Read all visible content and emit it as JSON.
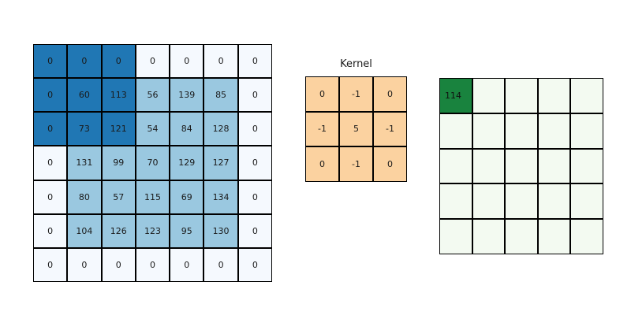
{
  "chart_data": {
    "type": "heatmap",
    "title": "",
    "description": "2D convolution visualization: zero-padded input matrix, sharpening kernel, and partially computed output feature map",
    "input_matrix": {
      "label": "",
      "rows": 7,
      "cols": 7,
      "values": [
        [
          0,
          0,
          0,
          0,
          0,
          0,
          0
        ],
        [
          0,
          60,
          113,
          56,
          139,
          85,
          0
        ],
        [
          0,
          73,
          121,
          54,
          84,
          128,
          0
        ],
        [
          0,
          131,
          99,
          70,
          129,
          127,
          0
        ],
        [
          0,
          80,
          57,
          115,
          69,
          134,
          0
        ],
        [
          0,
          104,
          126,
          123,
          95,
          130,
          0
        ],
        [
          0,
          0,
          0,
          0,
          0,
          0,
          0
        ]
      ],
      "window": {
        "row_start": 0,
        "col_start": 0,
        "rows": 3,
        "cols": 3
      },
      "colors": {
        "zero": "#f5f9fe",
        "data": "#9ac8e0",
        "window": "#2077b4",
        "border": "#000000"
      }
    },
    "kernel": {
      "label": "Kernel",
      "rows": 3,
      "cols": 3,
      "values": [
        [
          0,
          -1,
          0
        ],
        [
          -1,
          5,
          -1
        ],
        [
          0,
          -1,
          0
        ]
      ],
      "colors": {
        "fill": "#fbd2a0",
        "border": "#000000"
      }
    },
    "output_map": {
      "label": "",
      "rows": 5,
      "cols": 5,
      "values": [
        [
          "114",
          "",
          "",
          "",
          ""
        ],
        [
          "",
          "",
          "",
          "",
          ""
        ],
        [
          "",
          "",
          "",
          "",
          ""
        ],
        [
          "",
          "",
          "",
          "",
          ""
        ],
        [
          "",
          "",
          "",
          "",
          ""
        ]
      ],
      "filled": [
        [
          0,
          0
        ]
      ],
      "colors": {
        "empty": "#f3faf1",
        "filled": "#19833e",
        "border": "#000000"
      }
    }
  }
}
